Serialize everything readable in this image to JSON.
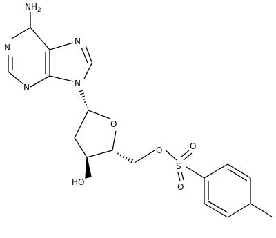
{
  "molecule": {
    "atom_labels": {
      "amine": "NH2",
      "n_pyr_left": "N",
      "n_pyr_bottom": "N",
      "n_imid_top": "N",
      "n_imid_link": "N",
      "ring_oxygen": "O",
      "ester_oxygen": "O",
      "hydroxyl": "HO",
      "sulfur": "S",
      "sulfonyl_o_top": "O",
      "sulfonyl_o_bottom": "O"
    }
  },
  "colors": {
    "bond": "#000000",
    "background": "#ffffff"
  }
}
